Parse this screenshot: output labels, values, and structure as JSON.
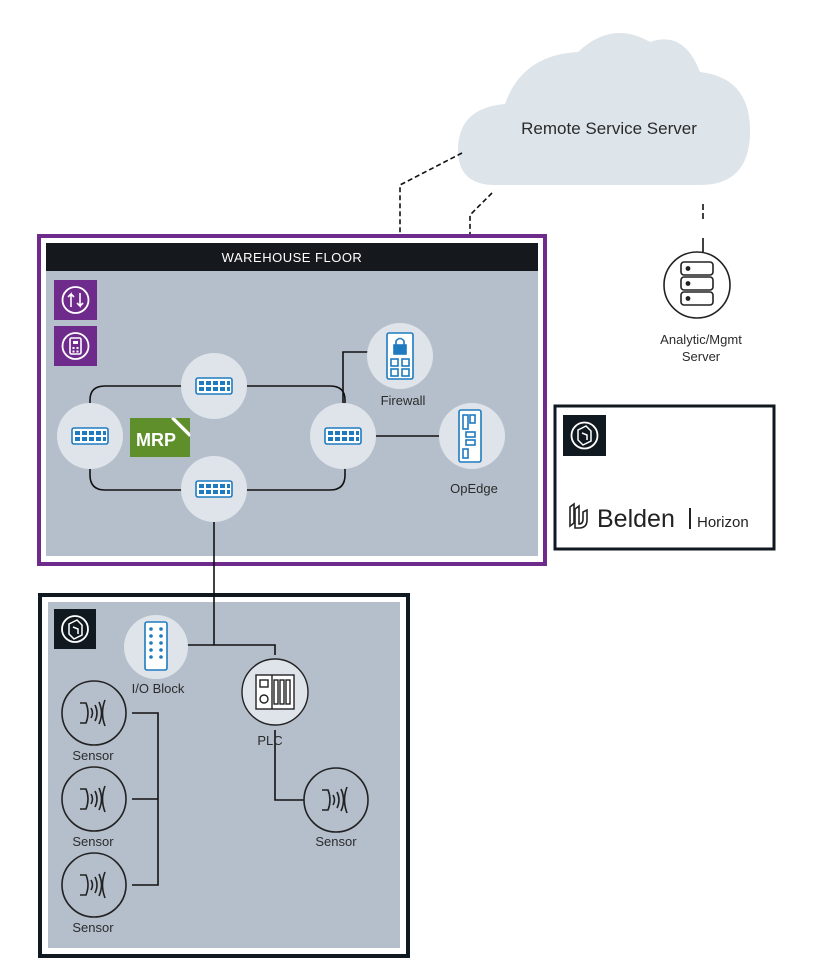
{
  "cloud": {
    "label": "Remote Service Server"
  },
  "analytic_server": {
    "label_line1": "Analytic/Mgmt",
    "label_line2": "Server"
  },
  "warehouse": {
    "title": "WAREHOUSE FLOOR",
    "mrp_label": "MRP",
    "firewall_label": "Firewall",
    "opedge_label": "OpEdge"
  },
  "belden": {
    "brand": "Belden",
    "product": "Horizon"
  },
  "machine": {
    "io_block_label": "I/O Block",
    "plc_label": "PLC",
    "sensor_labels": [
      "Sensor",
      "Sensor",
      "Sensor",
      "Sensor"
    ]
  },
  "colors": {
    "purple_frame": "#6f2b8c",
    "dark_frame": "#101820",
    "panel_fill": "#b5bfcc",
    "device_fill": "#dfe4ea",
    "device_accent": "#1f7bbf",
    "mrp_green": "#5f8f2a",
    "cloud_fill": "#dde4ea"
  }
}
